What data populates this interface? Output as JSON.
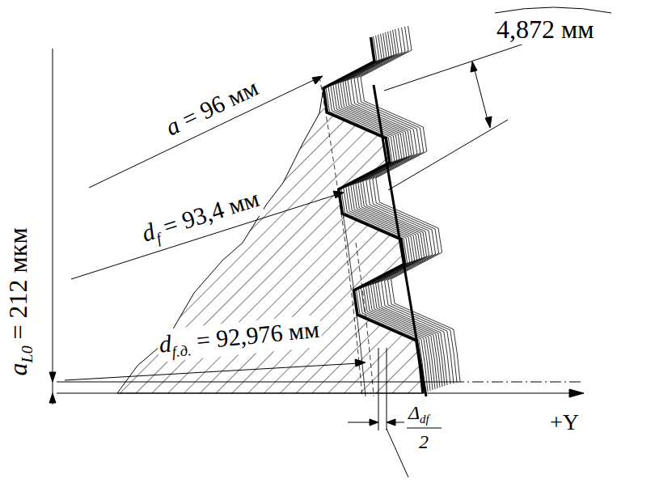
{
  "diagram": {
    "labels": [
      "a",
      "= 96 мм",
      "d",
      "f",
      "= 93,4 мм",
      "d",
      "f.д.",
      "= 92,976 мм",
      "a",
      "L0",
      "= 212 мкм",
      "4,872 мм",
      "Δ",
      "df",
      "2",
      "+Y"
    ]
  }
}
